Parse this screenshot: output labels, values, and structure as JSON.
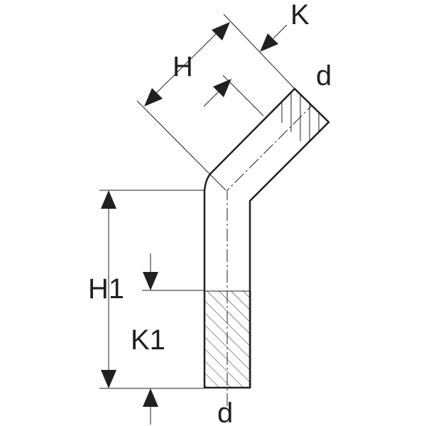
{
  "labels": {
    "h": "H",
    "k": "K",
    "d_top": "d",
    "h1": "H1",
    "k1": "K1",
    "d_bottom": "d"
  },
  "colors": {
    "stroke": "#231f20",
    "background": "#ffffff"
  }
}
